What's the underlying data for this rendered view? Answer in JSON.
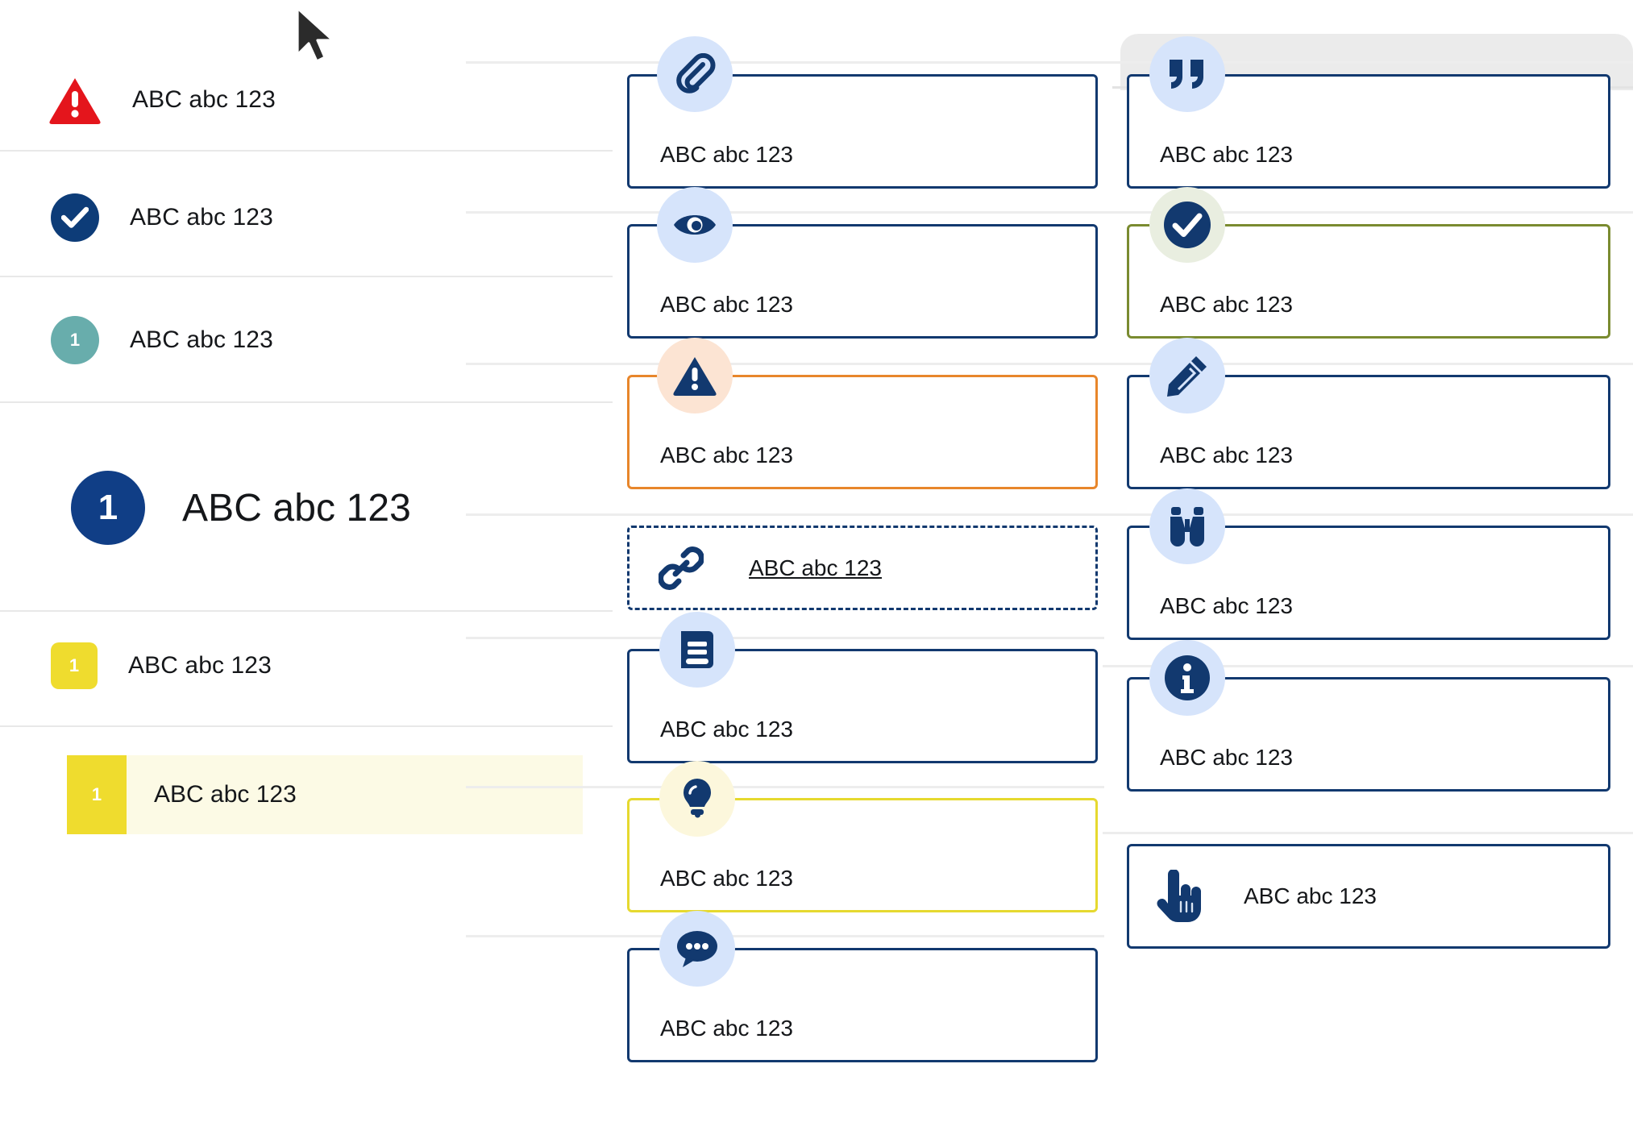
{
  "left_list": {
    "items": [
      {
        "id": "error",
        "icon": "warning-triangle-icon",
        "badge_text": "",
        "label": "ABC abc 123",
        "style": "triangle-red"
      },
      {
        "id": "success",
        "icon": "check-circle-icon",
        "badge_text": "",
        "label": "ABC abc 123",
        "style": "circle-navy"
      },
      {
        "id": "step-teal",
        "icon": "number-badge-icon",
        "badge_text": "1",
        "label": "ABC abc 123",
        "style": "circle-teal"
      },
      {
        "id": "step-big",
        "icon": "number-badge-icon",
        "badge_text": "1",
        "label": "ABC abc 123",
        "style": "circle-navy-large"
      },
      {
        "id": "step-yellow",
        "icon": "number-badge-icon",
        "badge_text": "1",
        "label": "ABC abc 123",
        "style": "square-yellow"
      },
      {
        "id": "step-highlighted",
        "icon": "number-badge-icon",
        "badge_text": "1",
        "label": "ABC abc 123",
        "style": "highlight-yellow-row"
      }
    ]
  },
  "middle_column": {
    "cards": [
      {
        "id": "attachment",
        "icon": "paperclip-icon",
        "label": "ABC abc 123",
        "border": "navy",
        "bubble": "blue",
        "layout": "stacked"
      },
      {
        "id": "preview",
        "icon": "eye-icon",
        "label": "ABC abc 123",
        "border": "navy",
        "bubble": "blue",
        "layout": "stacked"
      },
      {
        "id": "warning",
        "icon": "warning-triangle-icon",
        "label": "ABC abc 123",
        "border": "orange",
        "bubble": "peach",
        "layout": "stacked"
      },
      {
        "id": "link",
        "icon": "chain-link-icon",
        "label": "ABC abc 123",
        "border": "dashed-navy",
        "bubble": "none",
        "layout": "inline",
        "underline": true
      },
      {
        "id": "reference",
        "icon": "book-icon",
        "label": "ABC abc 123",
        "border": "navy",
        "bubble": "blue",
        "layout": "stacked"
      },
      {
        "id": "tip",
        "icon": "lightbulb-icon",
        "label": "ABC abc 123",
        "border": "yellow",
        "bubble": "cream",
        "layout": "stacked"
      },
      {
        "id": "comment",
        "icon": "chat-bubble-icon",
        "label": "ABC abc 123",
        "border": "navy",
        "bubble": "blue",
        "layout": "stacked"
      }
    ]
  },
  "right_column": {
    "cards": [
      {
        "id": "quote",
        "icon": "quotation-marks-icon",
        "label": "ABC abc 123",
        "border": "navy",
        "bubble": "blue",
        "layout": "stacked"
      },
      {
        "id": "approved",
        "icon": "check-circle-icon",
        "label": "ABC abc 123",
        "border": "olive",
        "bubble": "green",
        "layout": "stacked"
      },
      {
        "id": "edit",
        "icon": "pencil-icon",
        "label": "ABC abc 123",
        "border": "navy",
        "bubble": "blue",
        "layout": "stacked"
      },
      {
        "id": "observe",
        "icon": "binoculars-icon",
        "label": "ABC abc 123",
        "border": "navy",
        "bubble": "blue",
        "layout": "stacked"
      },
      {
        "id": "info",
        "icon": "info-circle-icon",
        "label": "ABC abc 123",
        "border": "navy",
        "bubble": "blue",
        "layout": "stacked"
      },
      {
        "id": "action",
        "icon": "pointing-hand-icon",
        "label": "ABC abc 123",
        "border": "navy",
        "bubble": "none",
        "layout": "inline"
      }
    ]
  },
  "cursor": {
    "icon": "mouse-pointer-icon"
  },
  "colors": {
    "navy": "#12396f",
    "navy_deep": "#0d3c78",
    "red": "#e4151c",
    "teal": "#68adac",
    "yellow": "#efdc2e",
    "orange": "#e8862b",
    "olive": "#7a8b30",
    "bubble_blue": "#d6e4fb",
    "bubble_peach": "#fce4d3",
    "bubble_green": "#e9eee0",
    "bubble_cream": "#fcf7dc",
    "highlight_bg": "#fcfae5",
    "separator": "#e8e8e8"
  }
}
